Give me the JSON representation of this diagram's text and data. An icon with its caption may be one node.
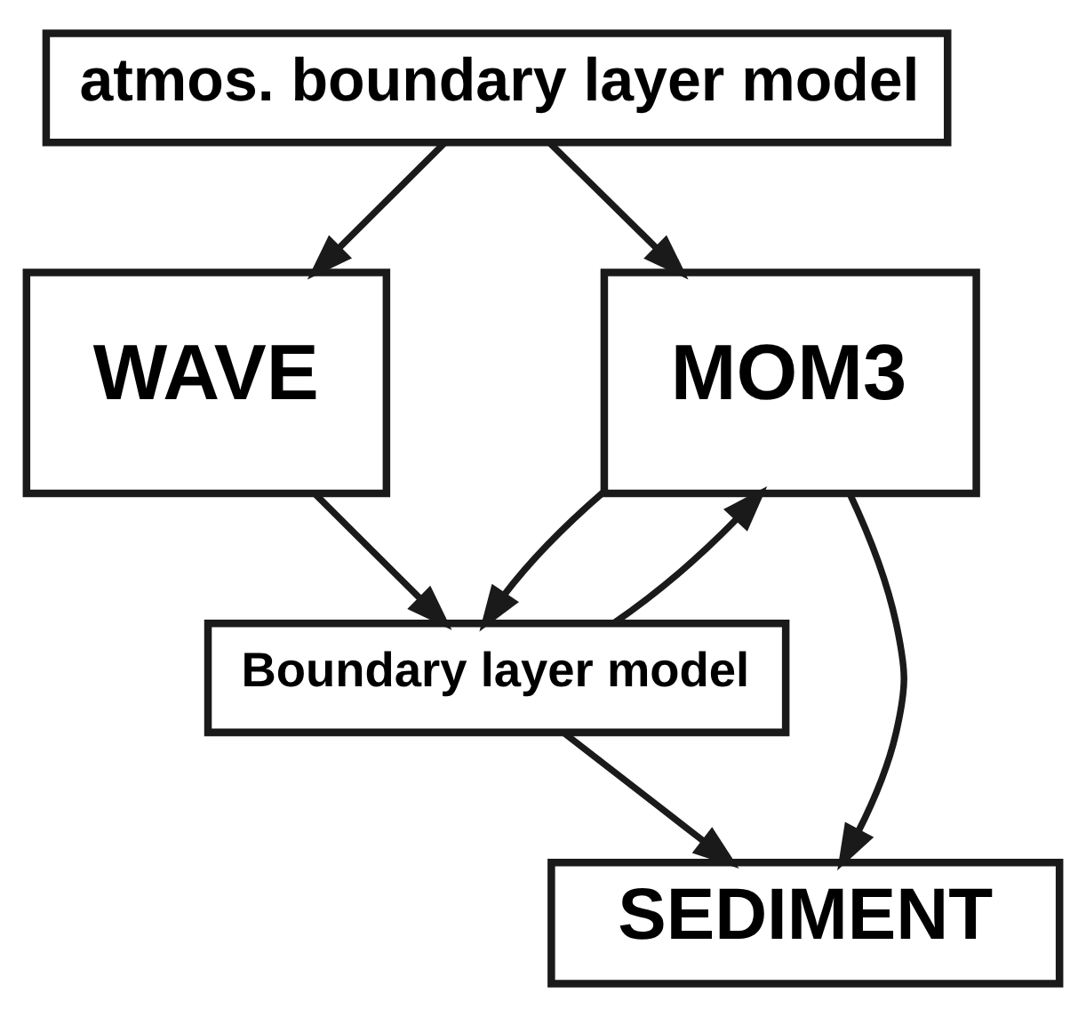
{
  "diagram": {
    "nodes": [
      {
        "text": [
          "atmos. boundary layer model"
        ]
      },
      {
        "text": [
          "MOM3"
        ]
      },
      {
        "text": [
          "WAVE"
        ]
      },
      {
        "text": [
          "Boundary layer model"
        ]
      },
      {
        "text": [
          "SEDIMENT"
        ]
      }
    ],
    "edges": [
      {
        "from": 0,
        "to": 1,
        "arrow": "to"
      },
      {
        "from": 0,
        "to": 2,
        "arrow": "to"
      },
      {
        "from": 1,
        "to": 3,
        "arrow": "to"
      },
      {
        "from": 3,
        "to": 1,
        "arrow": "to"
      },
      {
        "from": 2,
        "to": 3,
        "arrow": "to"
      },
      {
        "from": 3,
        "to": 4,
        "arrow": "to"
      },
      {
        "from": 1,
        "to": 4,
        "arrow": "to"
      }
    ]
  }
}
